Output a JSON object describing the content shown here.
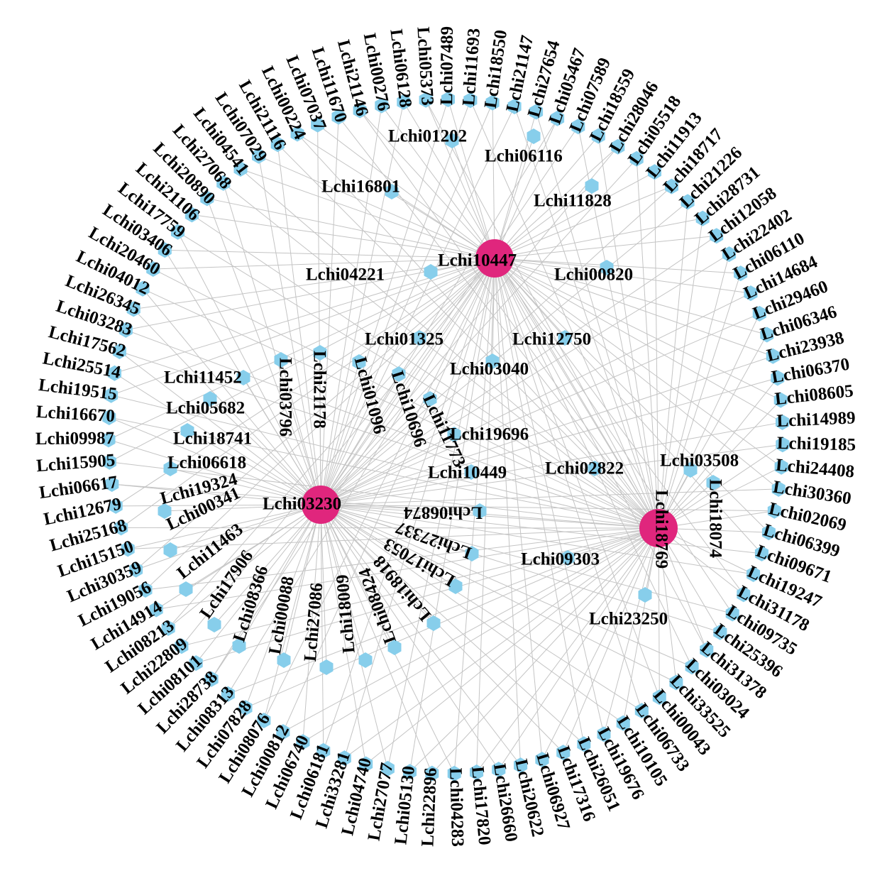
{
  "colors": {
    "hub": "#e0267d",
    "node": "#87ceeb",
    "edge": "#c4c4c4",
    "label": "#000000"
  },
  "hubs": [
    {
      "id": "Lchi10447"
    },
    {
      "id": "Lchi03230"
    },
    {
      "id": "Lchi18769"
    }
  ],
  "outer_ring": [
    "Lchi18550",
    "Lchi21147",
    "Lchi27654",
    "Lchi05467",
    "Lchi07589",
    "Lchi18559",
    "Lchi28046",
    "Lchi05518",
    "Lchi11913",
    "Lchi18717",
    "Lchi21226",
    "Lchi28731",
    "Lchi12058",
    "Lchi22402",
    "Lchi06110",
    "Lchi14684",
    "Lchi29460",
    "Lchi06346",
    "Lchi23938",
    "Lchi06370",
    "Lchi08605",
    "Lchi14989",
    "Lchi19185",
    "Lchi24408",
    "Lchi30360",
    "Lchi02069",
    "Lchi06399",
    "Lchi09671",
    "Lchi19247",
    "Lchi31178",
    "Lchi09735",
    "Lchi25396",
    "Lchi31378",
    "Lchi03024",
    "Lchi33525",
    "Lchi00043",
    "Lchi06733",
    "Lchi10105",
    "Lchi19676",
    "Lchi26051",
    "Lchi17316",
    "Lchi06927",
    "Lchi20622",
    "Lchi26660",
    "Lchi17820",
    "Lchi04283",
    "Lchi22896",
    "Lchi05130",
    "Lchi27077",
    "Lchi04740",
    "Lchi33281",
    "Lchi06181",
    "Lchi06740",
    "Lchi00812",
    "Lchi08076",
    "Lchi07828",
    "Lchi08313",
    "Lchi28738",
    "Lchi08101",
    "Lchi22809",
    "Lchi08213",
    "Lchi14914",
    "Lchi19056",
    "Lchi30359",
    "Lchi15150",
    "Lchi25168",
    "Lchi12679",
    "Lchi06617",
    "Lchi15905",
    "Lchi09987",
    "Lchi16670",
    "Lchi19515",
    "Lchi25514",
    "Lchi17562",
    "Lchi03283",
    "Lchi26345",
    "Lchi04012",
    "Lchi20460",
    "Lchi03406",
    "Lchi17759",
    "Lchi21106",
    "Lchi20890",
    "Lchi27068",
    "Lchi04541",
    "Lchi07029",
    "Lchi21116",
    "Lchi00224",
    "Lchi07037",
    "Lchi11670",
    "Lchi21146",
    "Lchi00276",
    "Lchi06128",
    "Lchi05373",
    "Lchi07489",
    "Lchi11693"
  ],
  "h1_nodes": [
    "Lchi01202",
    "Lchi06116",
    "Lchi16801",
    "Lchi11828",
    "Lchi04221",
    "Lchi00820",
    "Lchi01325",
    "Lchi12750",
    "Lchi03040"
  ],
  "h2_nodes": [
    "Lchi11452",
    "Lchi03796",
    "Lchi21178",
    "Lchi01096",
    "Lchi10696",
    "Lchi11773",
    "Lchi05682",
    "Lchi18741",
    "Lchi06618",
    "Lchi19324",
    "Lchi00341",
    "Lchi11463",
    "Lchi17906",
    "Lchi08366",
    "Lchi00088",
    "Lchi27086",
    "Lchi18009",
    "Lchi08424",
    "Lchi18918",
    "Lchi17053",
    "Lchi27337",
    "Lchi06874",
    "Lchi10449",
    "Lchi19696"
  ],
  "h3_nodes": [
    "Lchi02822",
    "Lchi03508",
    "Lchi18074",
    "Lchi09303",
    "Lchi23250"
  ]
}
